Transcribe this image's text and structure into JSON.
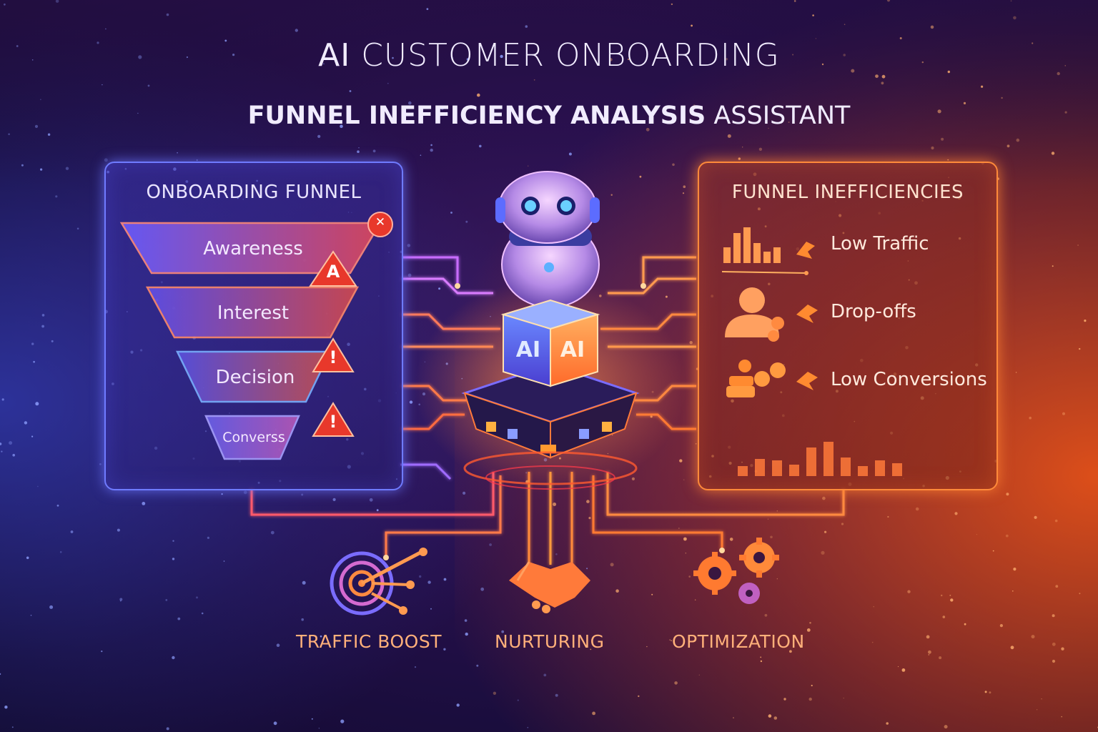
{
  "header": {
    "title_ai": "AI",
    "title_rest": "CUSTOMER ONBOARDING",
    "subtitle_bold": "FUNNEL INEFFICIENCY ANALYSIS",
    "subtitle_light": "ASSISTANT"
  },
  "funnel_panel": {
    "title": "ONBOARDING FUNNEL",
    "stages": [
      "Awareness",
      "Interest",
      "Decision",
      "Converss"
    ],
    "warning_letter": "A",
    "alert_mark": "!",
    "close_mark": "✕"
  },
  "core": {
    "cube_label_left": "AI",
    "cube_label_right": "AI"
  },
  "inefficiencies_panel": {
    "title": "FUNNEL INEFFICIENCIES",
    "items": [
      {
        "label": "Low Traffic",
        "icon": "declining-bar-chart-icon"
      },
      {
        "label": "Drop-offs",
        "icon": "users-icon"
      },
      {
        "label": "Low Conversions",
        "icon": "coins-icon"
      }
    ]
  },
  "solutions": [
    {
      "label": "TRAFFIC BOOST",
      "icon": "target-icon"
    },
    {
      "label": "NURTURING",
      "icon": "handshake-icon"
    },
    {
      "label": "OPTIMIZATION",
      "icon": "gears-icon"
    }
  ],
  "colors": {
    "accent_blue": "#6f7bff",
    "accent_orange": "#ff8a3a",
    "alert_red": "#e8382b",
    "label_orange": "#ffb07a"
  }
}
